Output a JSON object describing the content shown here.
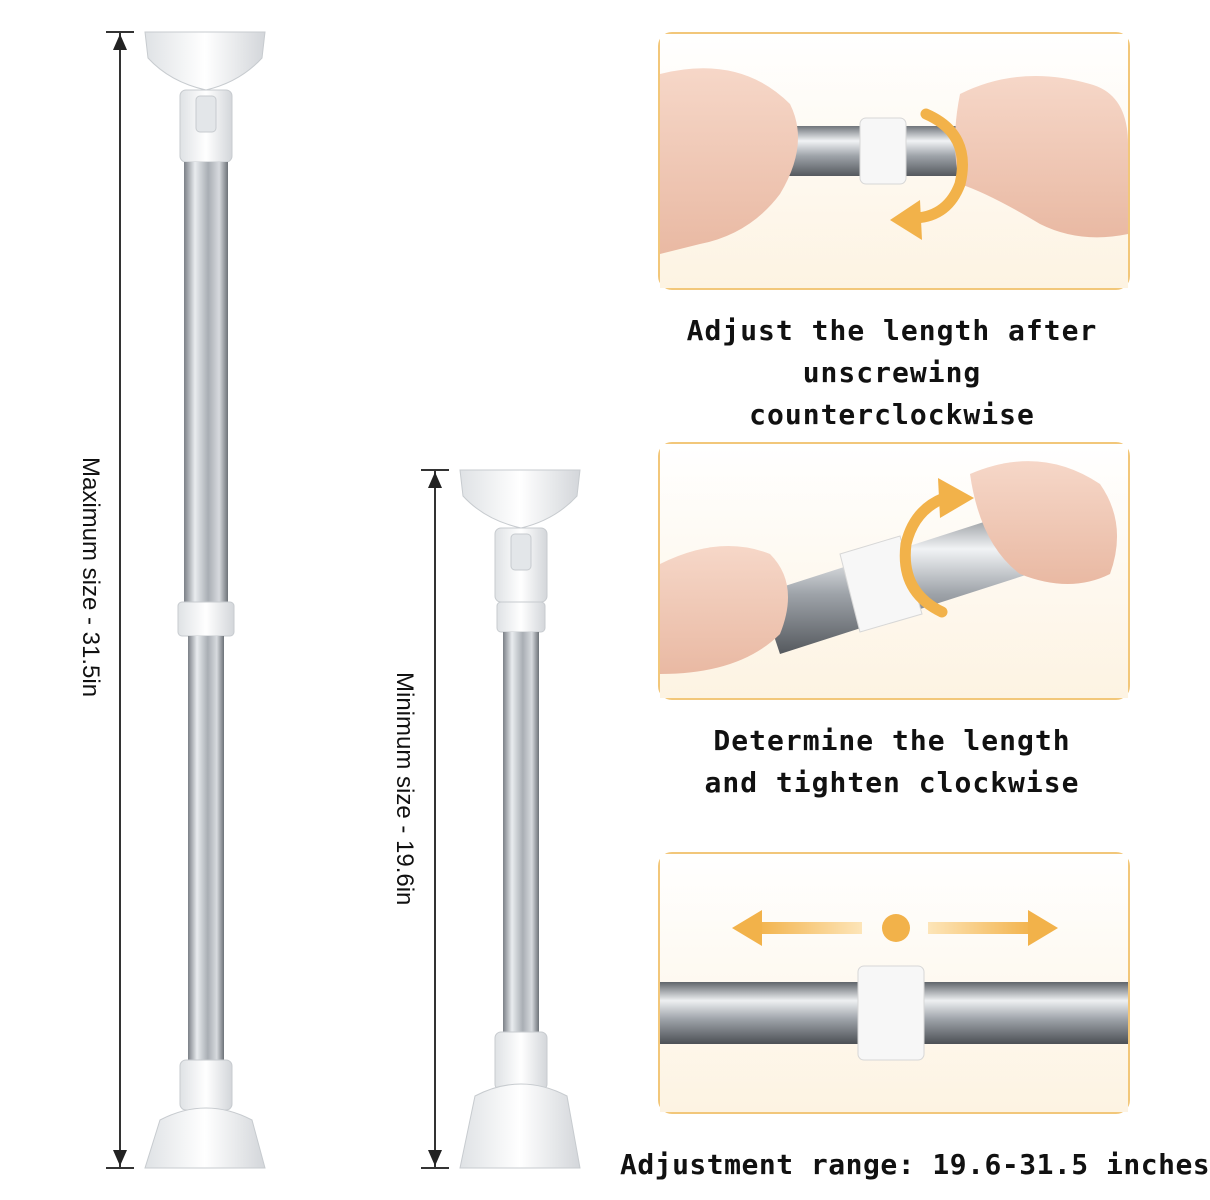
{
  "labels": {
    "max_size": "Maximum size - 31.5in",
    "min_size": "Minimum size - 19.6in"
  },
  "steps": [
    {
      "caption_line1": "Adjust the length after",
      "caption_line2": "unscrewing counterclockwise",
      "rotation_icon": "counterclockwise-arrow-icon"
    },
    {
      "caption_line1": "Determine the length",
      "caption_line2": "and tighten clockwise",
      "rotation_icon": "clockwise-arrow-icon"
    }
  ],
  "adjustment": {
    "caption": "Adjustment range: 19.6-31.5 inches",
    "icons": [
      "left-arrow-icon",
      "center-dot-icon",
      "right-arrow-icon"
    ]
  },
  "colors": {
    "accent": "#f2b24a",
    "panel_border": "#f2c77a",
    "rod_steel": "#b8bcc2",
    "cap_white": "#f4f5f6"
  }
}
